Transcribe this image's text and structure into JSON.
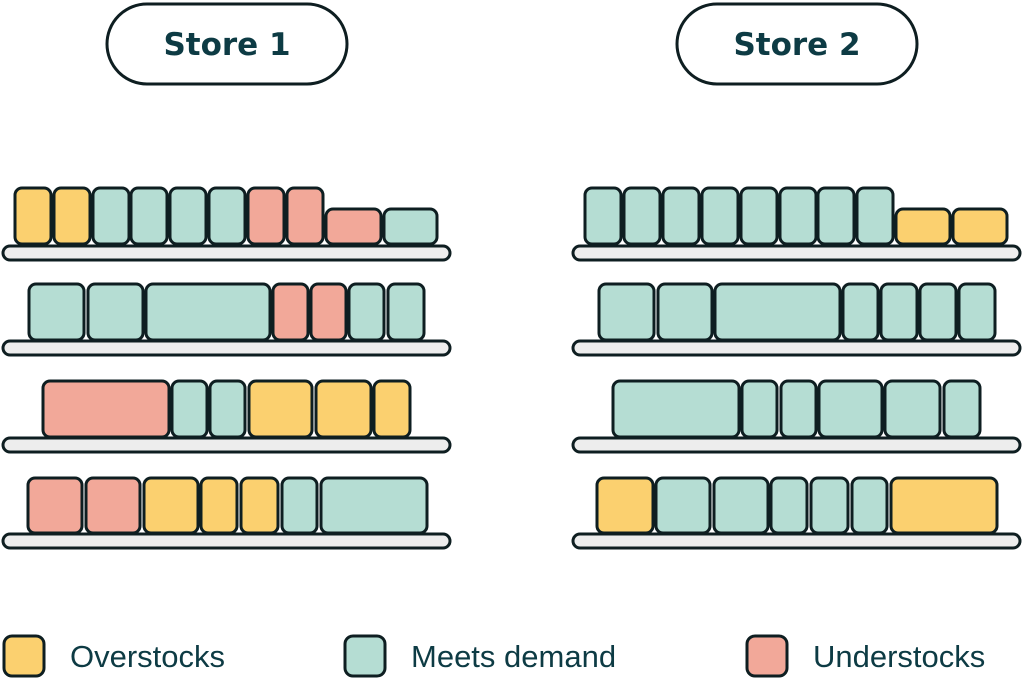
{
  "stores": [
    {
      "title": "Store 1",
      "shelves": [
        [
          "over",
          "over",
          "meets",
          "meets",
          "meets",
          "meets",
          "under",
          "under",
          "under",
          "meets"
        ],
        [
          "meets",
          "meets",
          "meets",
          "under",
          "under",
          "meets",
          "meets"
        ],
        [
          "under",
          "meets",
          "meets",
          "over",
          "over",
          "over"
        ],
        [
          "under",
          "under",
          "over",
          "over",
          "over",
          "meets",
          "meets"
        ]
      ]
    },
    {
      "title": "Store 2",
      "shelves": [
        [
          "meets",
          "meets",
          "meets",
          "meets",
          "meets",
          "meets",
          "meets",
          "meets",
          "over",
          "over"
        ],
        [
          "meets",
          "meets",
          "meets",
          "meets",
          "meets",
          "meets",
          "meets"
        ],
        [
          "meets",
          "meets",
          "meets",
          "meets",
          "meets",
          "meets"
        ],
        [
          "over",
          "meets",
          "meets",
          "meets",
          "meets",
          "meets",
          "over"
        ]
      ]
    }
  ],
  "legend": [
    {
      "key": "over",
      "label": "Overstocks",
      "icon": "overstocks-swatch"
    },
    {
      "key": "meets",
      "label": "Meets demand",
      "icon": "meets-demand-swatch"
    },
    {
      "key": "under",
      "label": "Understocks",
      "icon": "understocks-swatch"
    }
  ],
  "colors": {
    "over": "#FBD06F",
    "meets": "#B5DDD3",
    "under": "#F2A899",
    "outline": "#0E1E21",
    "title_text": "#0D3B44",
    "legend_text": "#0D3B44",
    "shelf": "#EDEDED"
  }
}
